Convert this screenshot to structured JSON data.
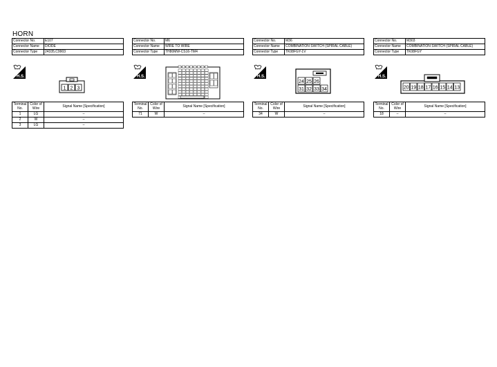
{
  "page_title": "HORN",
  "labels": {
    "connector_no": "Connector No.",
    "connector_name": "Connector Name",
    "connector_type": "Connector Type",
    "hs": "H.S.",
    "terminal_no": "Terminal No.",
    "color_of_wire": "Color of Wire",
    "signal_name": "Signal Name [Specification]"
  },
  "connectors": [
    {
      "no": "E107",
      "name": "DIODE",
      "type": "24335,C9903",
      "pins": [
        "1",
        "2",
        "3"
      ],
      "rows": [
        {
          "terminal": "1",
          "color": "LG",
          "signal": "–"
        },
        {
          "terminal": "2",
          "color": "W",
          "signal": "–"
        },
        {
          "terminal": "3",
          "color": "LG",
          "signal": "–"
        }
      ]
    },
    {
      "no": "M6",
      "name": "WIRE TO WIRE",
      "type": "TH80MW-CS16-TM4",
      "rows": [
        {
          "terminal": "71",
          "color": "W",
          "signal": "–"
        }
      ]
    },
    {
      "no": "M36",
      "name": "COMBINATION SWITCH (SPIRAL CABLE)",
      "type": "TK08FGY-1V",
      "pins_top": [
        "24",
        "25",
        "26"
      ],
      "pins_bottom": [
        "31",
        "32",
        "33",
        "34"
      ],
      "rows": [
        {
          "terminal": "34",
          "color": "W",
          "signal": "–"
        }
      ]
    },
    {
      "no": "M303",
      "name": "COMBINATION SWITCH (SPIRAL CABLE)",
      "type": "TK08FGY",
      "pins": [
        "20",
        "19",
        "18",
        "17",
        "16",
        "15",
        "14",
        "13"
      ],
      "rows": [
        {
          "terminal": "18",
          "color": "–",
          "signal": "–"
        }
      ]
    }
  ]
}
